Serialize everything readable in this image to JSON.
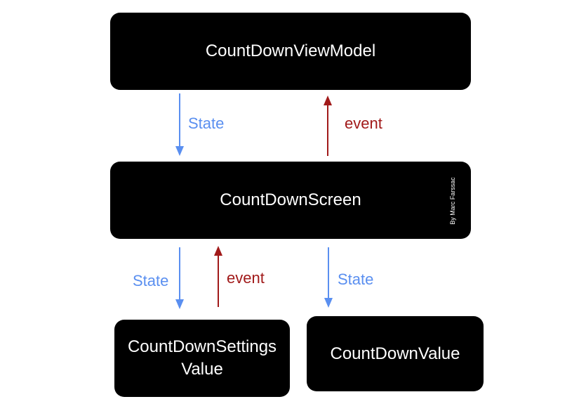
{
  "nodes": {
    "view_model": "CountDownViewModel",
    "screen": "CountDownScreen",
    "settings_value": "CountDownSettingsValue",
    "value": "CountDownValue"
  },
  "edges": {
    "vm_to_screen": "State",
    "screen_to_vm": "event",
    "screen_to_settings": "State",
    "settings_to_screen": "event",
    "screen_to_value": "State"
  },
  "watermark": "By Marc Farssac",
  "colors": {
    "box": "#000000",
    "box_text": "#ffffff",
    "state": "#5a8ff0",
    "event": "#a11a1a"
  }
}
